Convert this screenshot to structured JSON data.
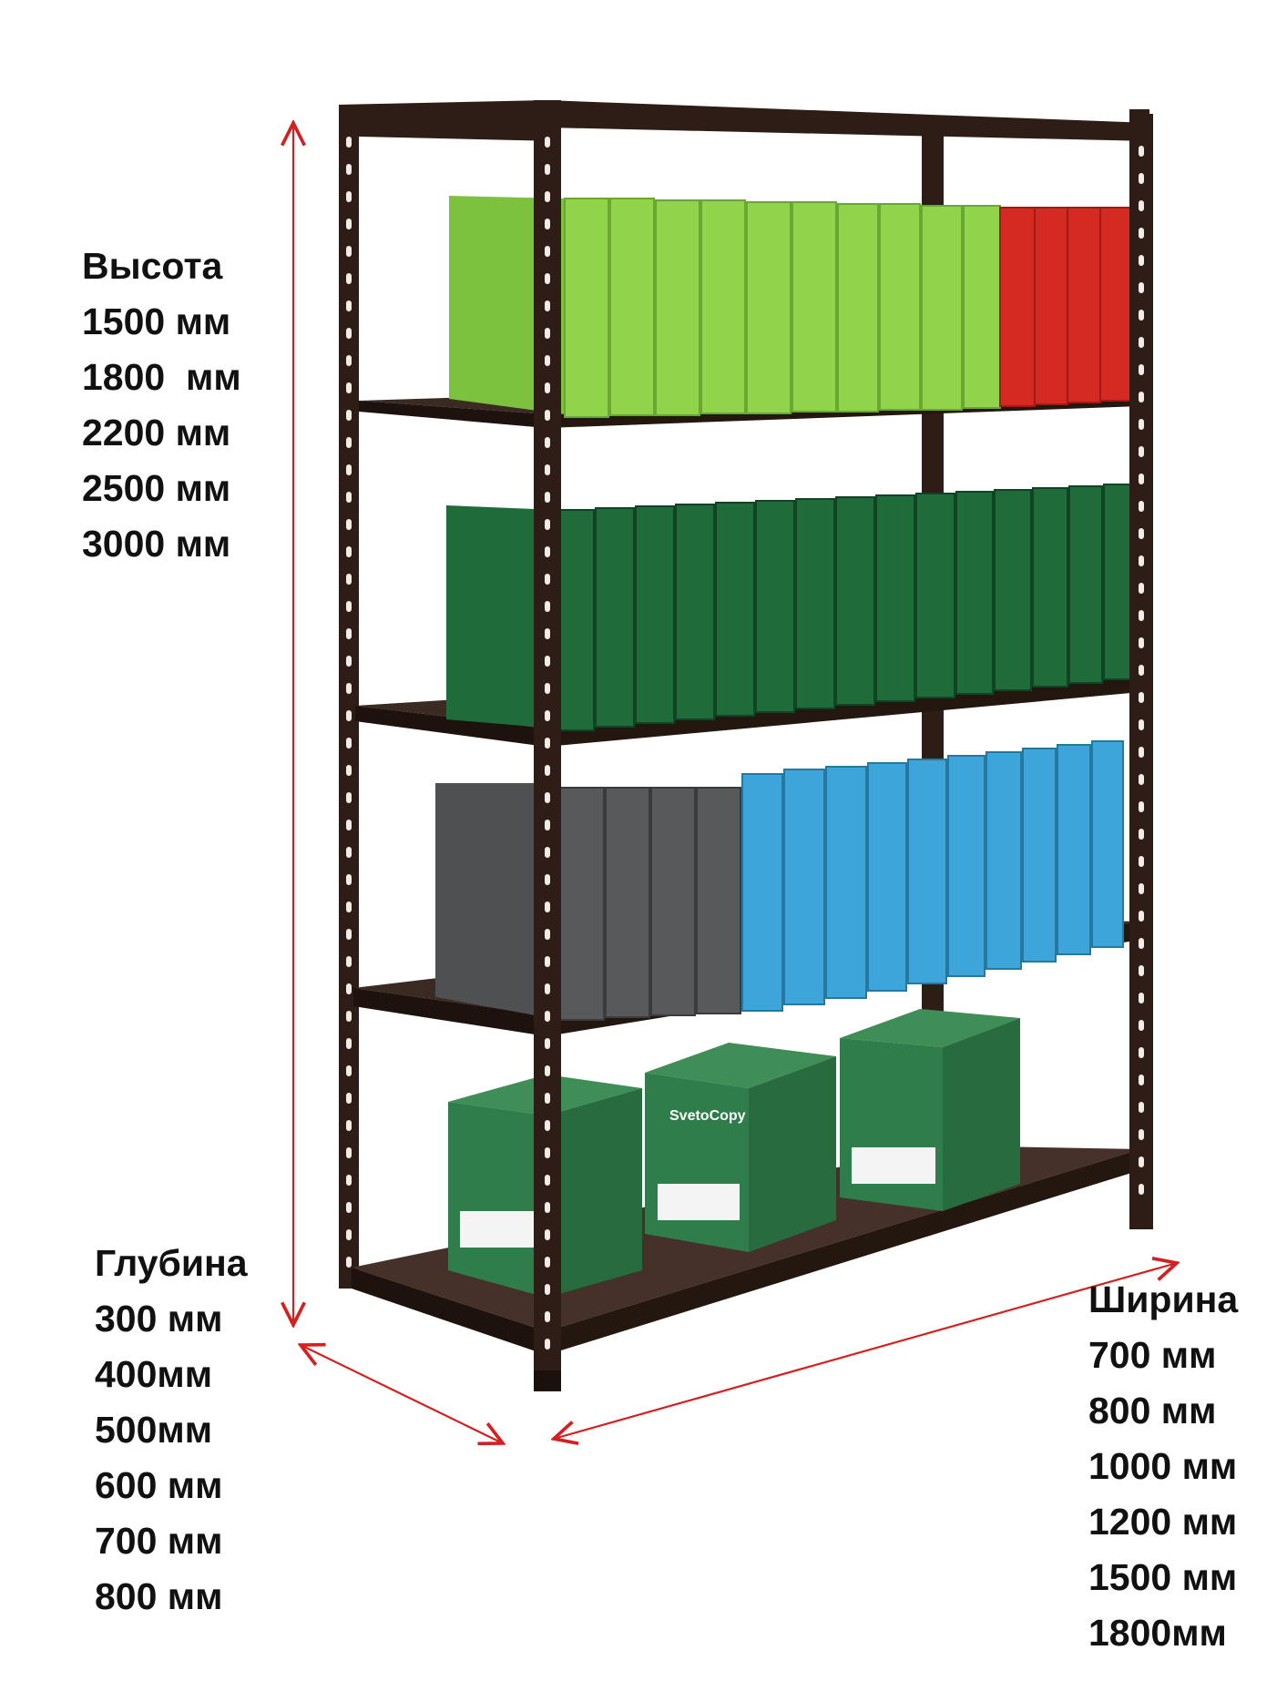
{
  "height": {
    "title": "Высота",
    "values": [
      "1500 мм",
      "1800  мм",
      "2200 мм",
      "2500 мм",
      "3000 мм"
    ]
  },
  "depth": {
    "title": "Глубина",
    "values": [
      "300 мм",
      "400мм",
      "500мм",
      "600 мм",
      "700 мм",
      "800 мм"
    ]
  },
  "width": {
    "title": "Ширина",
    "values": [
      "700 мм",
      "800 мм",
      "1000 мм",
      "1200 мм",
      "1500 мм",
      "1800мм"
    ]
  },
  "colors": {
    "arrow": "#d42020",
    "frame": "#2e1d17",
    "shelf": "#3b2a22",
    "binder_lime": "#8fd44a",
    "binder_red": "#d42a22",
    "binder_green": "#1f6b3a",
    "binder_grey": "#58595b",
    "binder_blue": "#3da5d9",
    "box_green": "#2f7d4a"
  },
  "boxes": {
    "brand": "SvetoCopy"
  }
}
